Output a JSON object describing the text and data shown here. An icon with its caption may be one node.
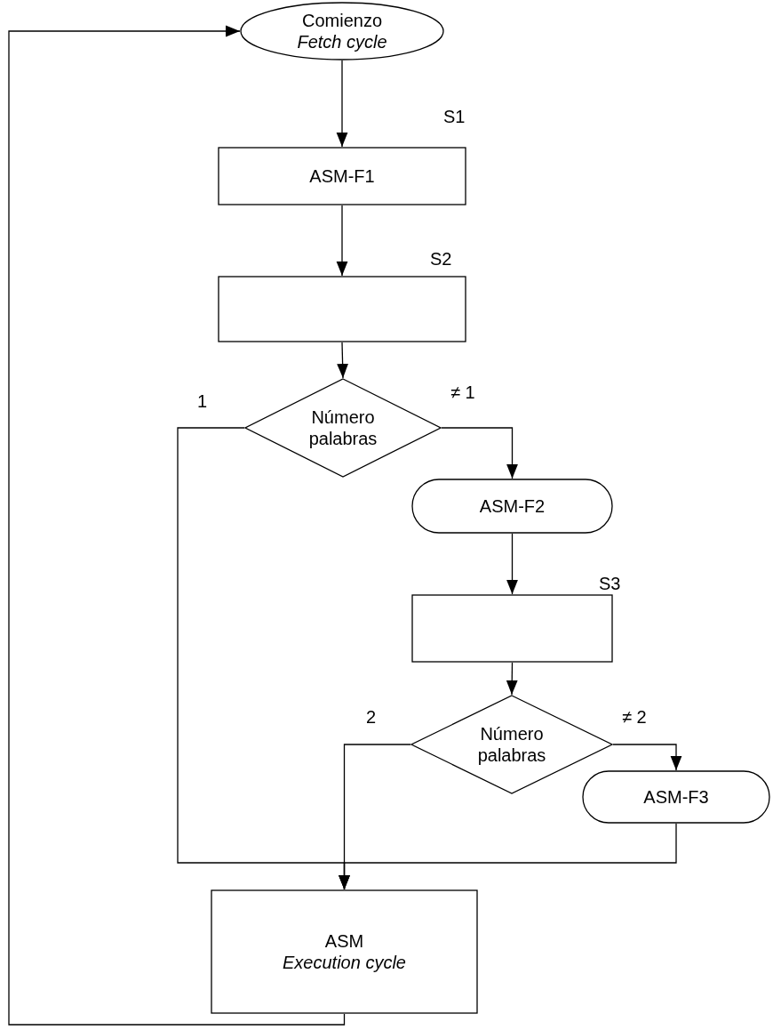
{
  "diagram": {
    "nodes": [
      {
        "text": [
          "Comienzo",
          "Fetch cycle"
        ]
      },
      {
        "text": [
          "ASM-F1"
        ],
        "beside": [
          "S1"
        ]
      },
      {
        "text": [],
        "shape": "box",
        "beside": [
          "S2"
        ]
      },
      {
        "text": [
          "Número palabras"
        ]
      },
      {
        "text": [
          "ASM-F2"
        ]
      },
      {
        "text": [],
        "shape": "box",
        "beside": [
          "S3"
        ]
      },
      {
        "text": [
          "Número palabras"
        ]
      },
      {
        "text": [
          "ASM-F3"
        ]
      },
      {
        "text": [
          "ASM",
          "Execution cycle"
        ]
      }
    ],
    "edges": [
      {
        "from": 0,
        "to": 1,
        "arrow": "to"
      },
      {
        "from": 1,
        "to": 2,
        "arrow": "to"
      },
      {
        "from": 2,
        "to": 3,
        "arrow": "to"
      },
      {
        "from": 3,
        "to": 4,
        "arrow": "to",
        "label": "≠ 1"
      },
      {
        "from": 4,
        "to": 5,
        "arrow": "to"
      },
      {
        "from": 5,
        "to": 6,
        "arrow": "to"
      },
      {
        "from": 6,
        "to": 7,
        "arrow": "to",
        "label": "≠ 2"
      },
      {
        "from": 3,
        "to": 8,
        "arrow": "to",
        "label": "1"
      },
      {
        "from": 6,
        "to": 8,
        "arrow": "to",
        "label": "2"
      },
      {
        "from": 7,
        "to": 8,
        "arrow": "to"
      },
      {
        "from": 8,
        "to": 0,
        "arrow": "to"
      }
    ]
  }
}
